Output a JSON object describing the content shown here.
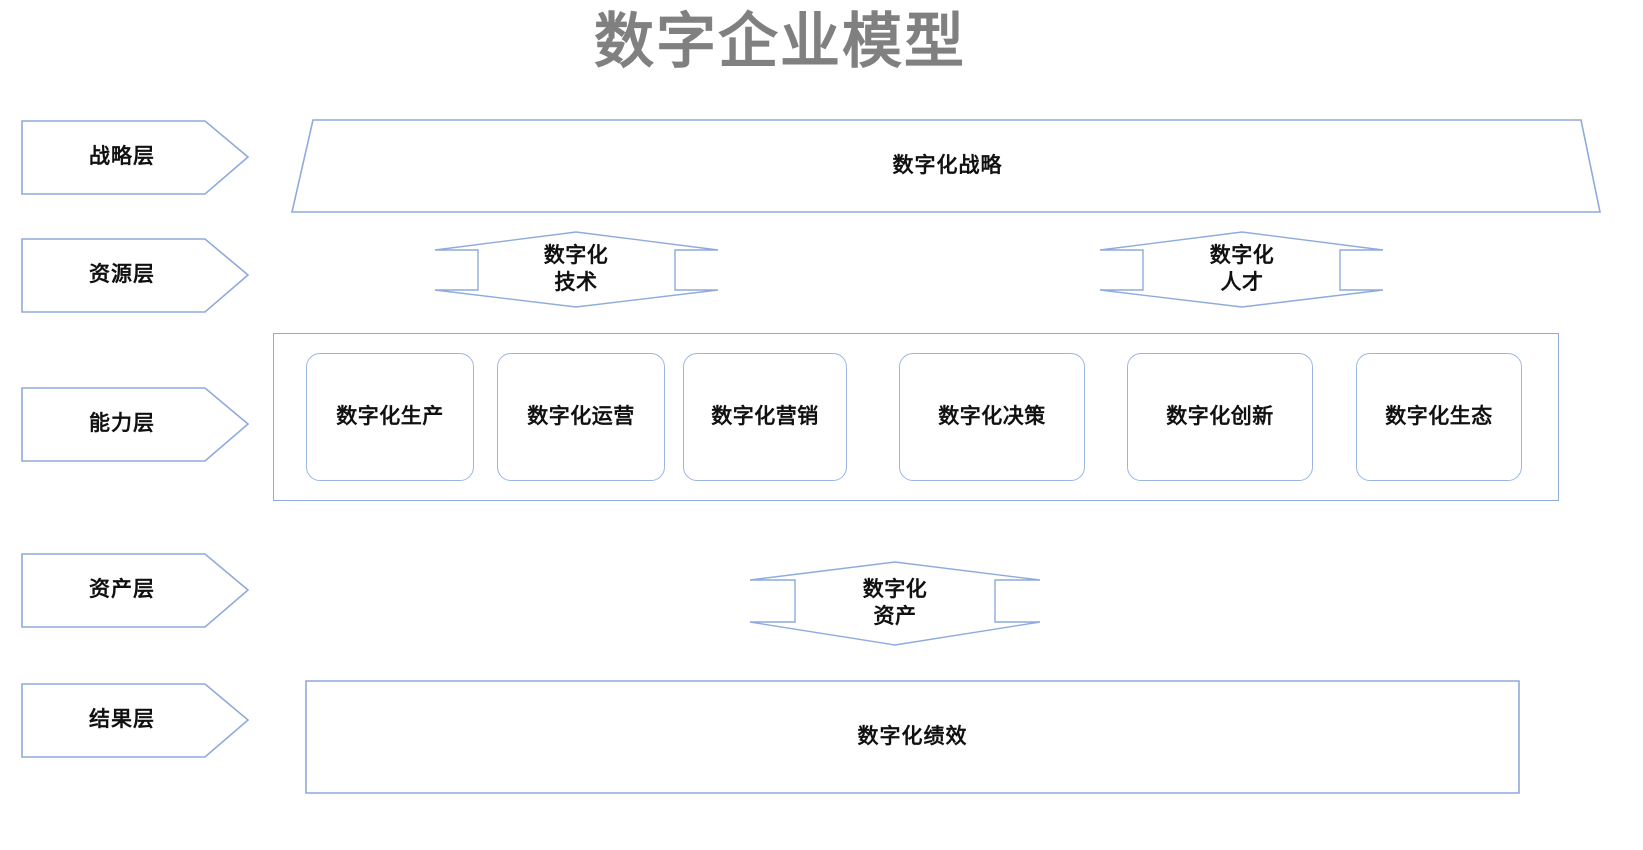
{
  "title": "数字企业模型",
  "theme": {
    "background": "#ffffff",
    "title_color": "#808080",
    "shape_stroke": "#8faadc",
    "box_stroke": "#9cb6e4",
    "text_color": "#111111"
  },
  "layer_labels": [
    {
      "id": "strategy",
      "label": "战略层"
    },
    {
      "id": "resource",
      "label": "资源层"
    },
    {
      "id": "capability",
      "label": "能力层"
    },
    {
      "id": "asset",
      "label": "资产层"
    },
    {
      "id": "result",
      "label": "结果层"
    }
  ],
  "strategy_layer": {
    "banner_label": "数字化战略"
  },
  "resource_layer": {
    "items": [
      {
        "id": "tech",
        "label": "数字化\n技术",
        "line1": "数字化",
        "line2": "技术"
      },
      {
        "id": "talent",
        "label": "数字化\n人才",
        "line1": "数字化",
        "line2": "人才"
      }
    ]
  },
  "capability_layer": {
    "boxes": [
      {
        "id": "production",
        "label": "数字化生产"
      },
      {
        "id": "operations",
        "label": "数字化运营"
      },
      {
        "id": "marketing",
        "label": "数字化营销"
      },
      {
        "id": "decision",
        "label": "数字化决策"
      },
      {
        "id": "innovation",
        "label": "数字化创新"
      },
      {
        "id": "ecosystem",
        "label": "数字化生态"
      }
    ]
  },
  "asset_layer": {
    "items": [
      {
        "id": "assets",
        "line1": "数字化",
        "line2": "资产"
      }
    ]
  },
  "result_layer": {
    "banner_label": "数字化绩效"
  }
}
